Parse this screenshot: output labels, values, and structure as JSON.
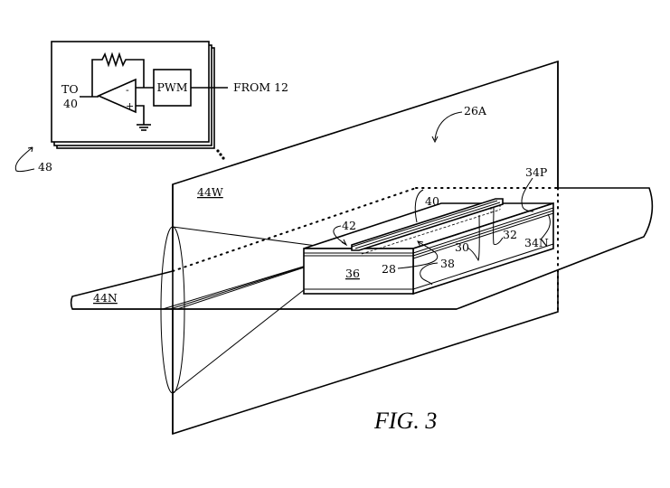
{
  "figure": {
    "caption": "FIG. 3",
    "type": "patent drawing"
  },
  "circuit_inset": {
    "reference": "48",
    "input_label_line1": "TO",
    "input_label_line2": "40",
    "block_label": "PWM",
    "source_label": "FROM 12",
    "opamp_minus": "-",
    "opamp_plus": "+",
    "ellipsis": "..."
  },
  "labels": {
    "assembly": "26A",
    "wall": "44W",
    "floor": "44N",
    "l40": "40",
    "l42": "42",
    "l36": "36",
    "l28": "28",
    "l38": "38",
    "l30": "30",
    "l32": "32",
    "l34p": "34P",
    "l34n": "34N"
  }
}
